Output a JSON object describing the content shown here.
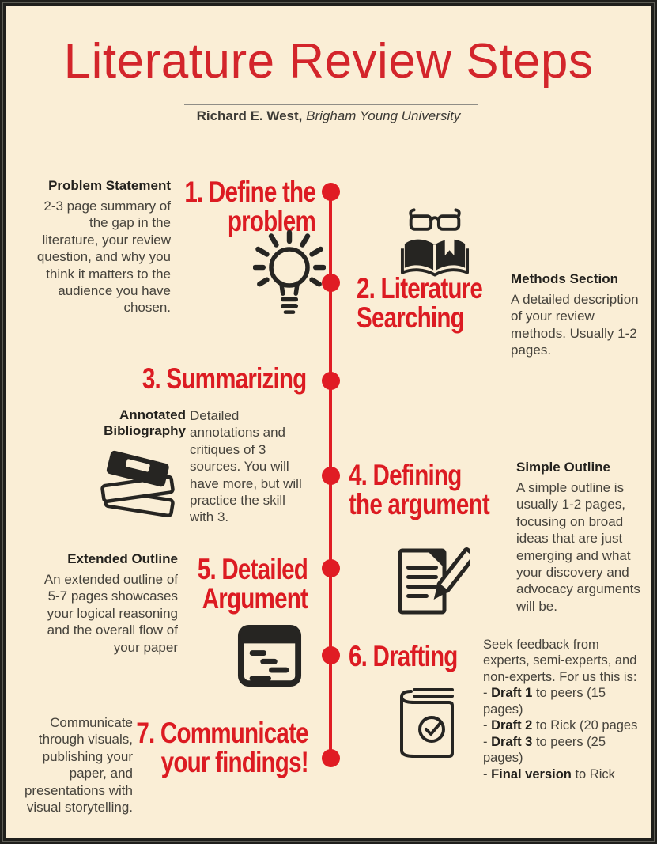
{
  "colors": {
    "background": "#faeed6",
    "frame": "#1f1f1c",
    "accent_red": "#e01c24",
    "heading_red": "#dc1b22",
    "title_red": "#d3252b",
    "ink": "#262522",
    "body_text": "#46433c"
  },
  "header": {
    "title": "Literature Review Steps",
    "author": "Richard E. West, ",
    "affiliation": "Brigham Young University"
  },
  "steps": [
    {
      "heading_line1": "1. Define the",
      "heading_line2": "problem",
      "icon": "lightbulb-icon"
    },
    {
      "heading_line1": "2. Literature",
      "heading_line2": "Searching",
      "icon": "glasses-book-icon"
    },
    {
      "heading_line1": "3. Summarizing",
      "heading_line2": "",
      "icon": "book-stack-icon"
    },
    {
      "heading_line1": "4. Defining",
      "heading_line2": "the argument",
      "icon": "document-pencil-icon"
    },
    {
      "heading_line1": "5. Detailed",
      "heading_line2": "Argument",
      "icon": "outline-window-icon"
    },
    {
      "heading_line1": "6. Drafting",
      "heading_line2": "",
      "icon": "book-check-icon"
    },
    {
      "heading_line1": "7. Communicate",
      "heading_line2": "your findings!",
      "icon": ""
    }
  ],
  "notes": {
    "problem_statement": {
      "title": "Problem Statement",
      "body": "2-3 page summary of the gap in the literature, your review question, and why you think it matters to the audience you have chosen."
    },
    "methods_section": {
      "title": "Methods Section",
      "body": "A detailed description of your review methods. Usually 1-2 pages."
    },
    "annotated_bibliography": {
      "title": "Annotated Bibliography",
      "body": "Detailed annotations and critiques of 3 sources. You will have more, but will practice the skill with 3."
    },
    "simple_outline": {
      "title": "Simple Outline",
      "body": "A simple outline is usually 1-2 pages, focusing on broad ideas that are just emerging and what your discovery and advocacy arguments will be."
    },
    "extended_outline": {
      "title": "Extended Outline",
      "body": "An extended outline of 5-7 pages showcases your logical reasoning and the overall flow of your paper"
    },
    "drafting_feedback": {
      "intro": "Seek feedback from experts, semi-experts, and non-experts. For us this is:",
      "items": [
        {
          "dash": "- ",
          "bold": "Draft 1",
          "rest": " to peers (15 pages)"
        },
        {
          "dash": "- ",
          "bold": "Draft 2",
          "rest": " to Rick (20 pages"
        },
        {
          "dash": "- ",
          "bold": "Draft 3",
          "rest": " to peers (25 pages)"
        },
        {
          "dash": "- ",
          "bold": "Final version",
          "rest": " to Rick"
        }
      ]
    },
    "communicate": {
      "body": "Communicate through visuals, publishing your paper, and presentations with visual storytelling."
    }
  }
}
